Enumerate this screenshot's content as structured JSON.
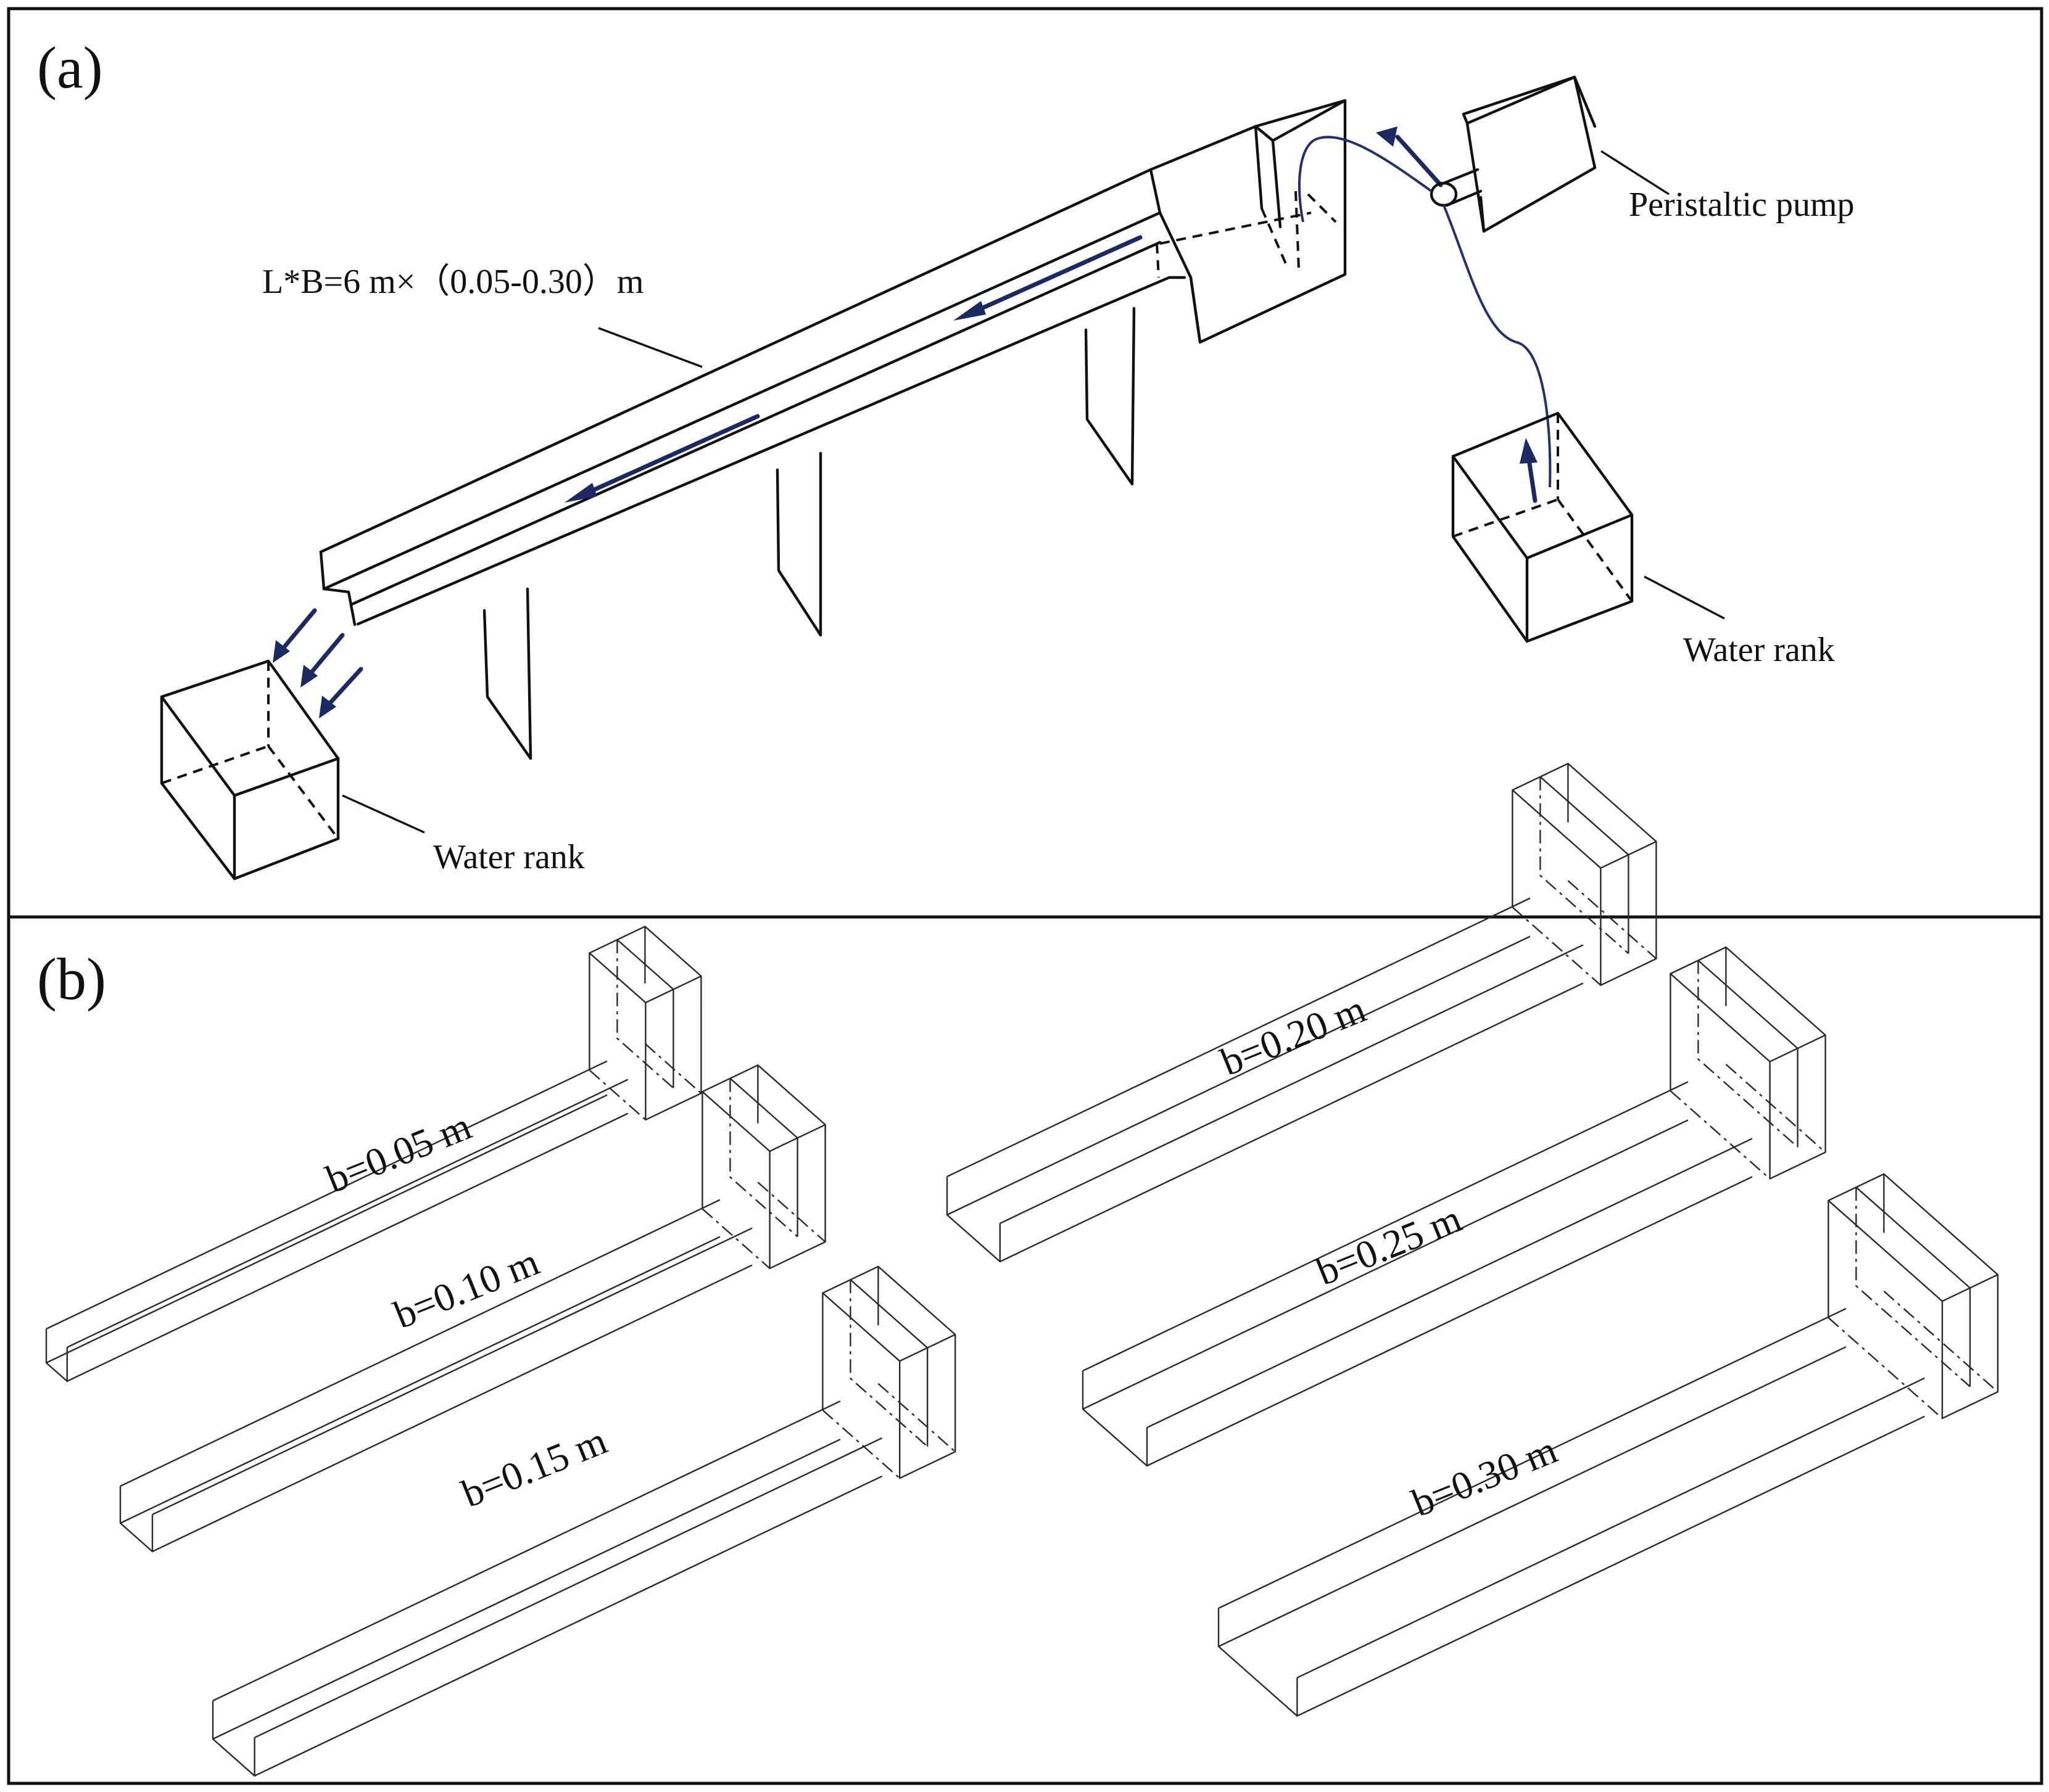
{
  "panel_a": {
    "label": "(a)",
    "dimension_label": "L*B=6 m×（0.05-0.30）m",
    "pump_label": "Peristaltic pump",
    "tank_upper_label": "Water rank",
    "tank_lower_label": "Water rank"
  },
  "panel_b": {
    "label": "(b)",
    "channels": [
      {
        "label": "b=0.05 m"
      },
      {
        "label": "b=0.10 m"
      },
      {
        "label": "b=0.15 m"
      },
      {
        "label": "b=0.20 m"
      },
      {
        "label": "b=0.25 m"
      },
      {
        "label": "b=0.30 m"
      }
    ]
  },
  "colors": {
    "line": "#111111",
    "flow_arrow": "#1b2a63",
    "background": "#ffffff"
  }
}
